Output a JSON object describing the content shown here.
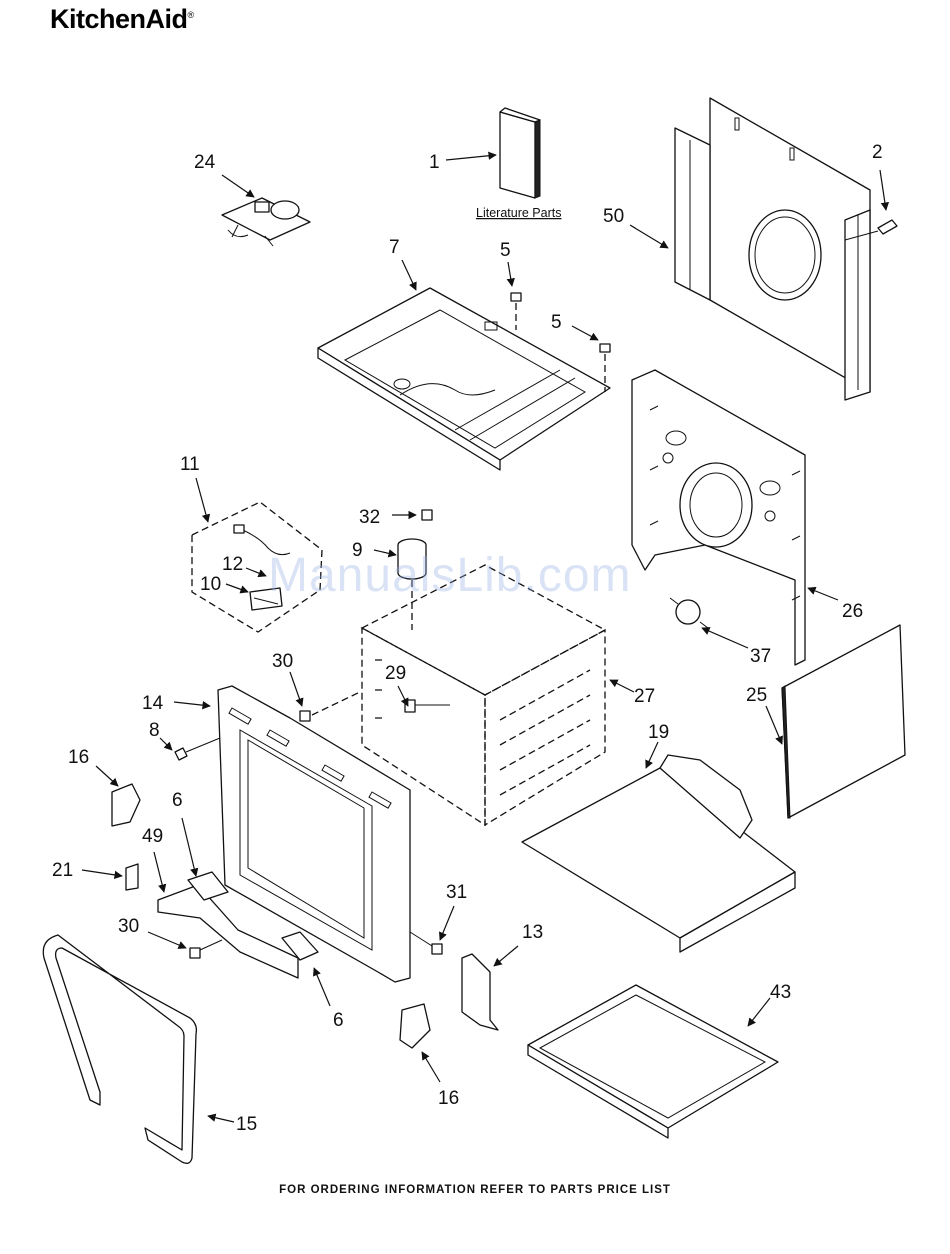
{
  "brand": "KitchenAid",
  "brand_mark": "®",
  "footer": "FOR ORDERING INFORMATION REFER TO PARTS PRICE LIST",
  "watermark": "ManualsLib.com",
  "literature_label": "Literature Parts",
  "callouts": {
    "c1": "1",
    "c2": "2",
    "c5a": "5",
    "c5b": "5",
    "c6a": "6",
    "c6b": "6",
    "c7": "7",
    "c8": "8",
    "c9": "9",
    "c10": "10",
    "c11": "11",
    "c12": "12",
    "c13": "13",
    "c14": "14",
    "c15": "15",
    "c16a": "16",
    "c16b": "16",
    "c19": "19",
    "c21": "21",
    "c24": "24",
    "c25": "25",
    "c26": "26",
    "c27": "27",
    "c29": "29",
    "c30a": "30",
    "c30b": "30",
    "c31": "31",
    "c32": "32",
    "c37": "37",
    "c43": "43",
    "c49": "49",
    "c50": "50"
  }
}
